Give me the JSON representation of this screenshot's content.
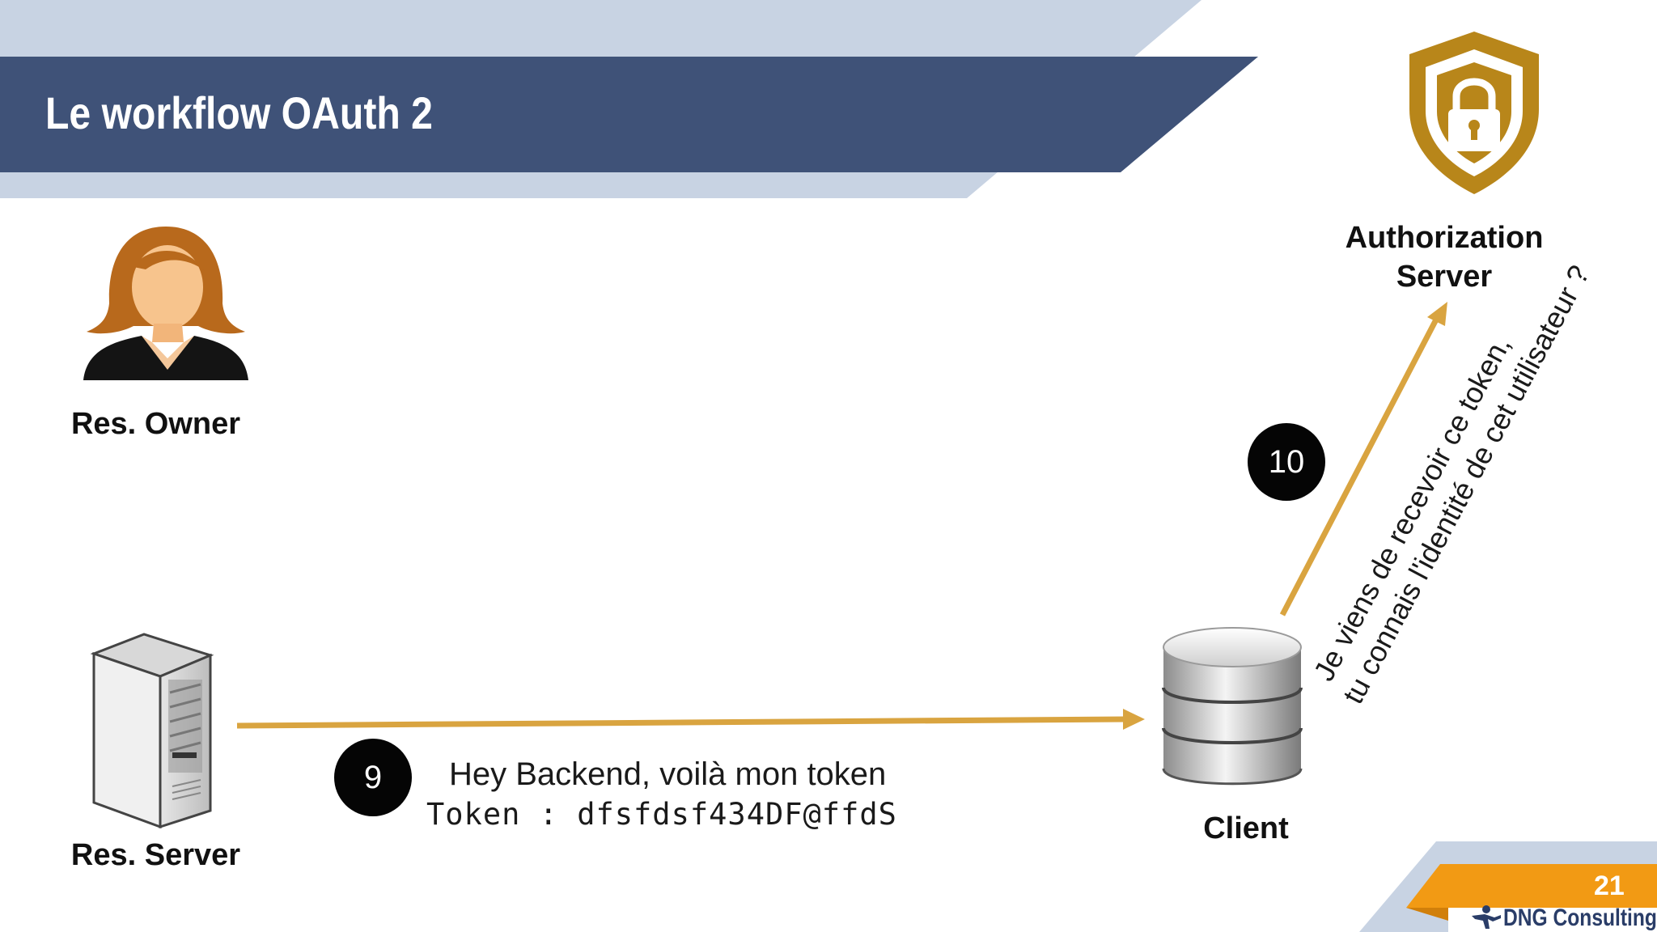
{
  "slide": {
    "title": "Le workflow OAuth 2",
    "page_number": "21",
    "brand": "DNG Consulting"
  },
  "actors": {
    "resource_owner": "Res. Owner",
    "resource_server": "Res. Server",
    "authorization_server_line1": "Authorization",
    "authorization_server_line2": "Server",
    "client": "Client"
  },
  "steps": {
    "step9": {
      "number": "9",
      "message": "Hey Backend, voilà mon token",
      "token_line": "Token : dfsfdsf434DF@ffdS"
    },
    "step10": {
      "number": "10",
      "message_line1": "Je viens de recevoir ce token,",
      "message_line2": "tu connais l'identité de cet utilisateur ?"
    }
  },
  "colors": {
    "title_band": "#3f5278",
    "light_band": "#c8d3e3",
    "dark_accent": "#253455",
    "arrow": "#d9a440",
    "shield": "#b8861a",
    "footer_orange": "#f29a14"
  },
  "icons": {
    "resource_owner": "user-woman-icon",
    "resource_server": "server-tower-icon",
    "authorization_server": "shield-lock-icon",
    "client": "database-icon",
    "brand": "runner-logo-icon"
  }
}
